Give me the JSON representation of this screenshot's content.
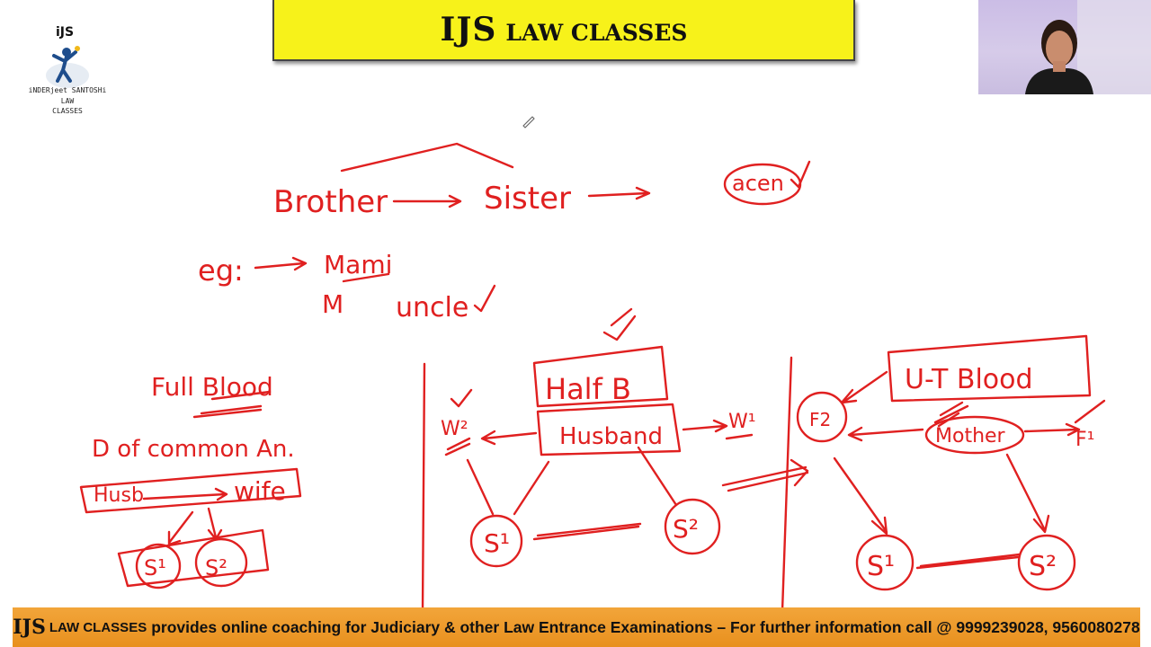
{
  "banner": {
    "brand": "IJS",
    "subtitle": "LAW CLASSES"
  },
  "logo": {
    "top_text": "iJS",
    "line1": "iNDERjeet SANTOSHi",
    "line2": "LAW",
    "line3": "CLASSES"
  },
  "board": {
    "brother": "Brother",
    "sister": "Sister",
    "acen": "acen",
    "eg": "eg:",
    "mami": "Mami",
    "m": "M",
    "uncle": "uncle",
    "full_blood": "Full Blood",
    "d_common": "D  of  common  An.",
    "husb": "Husb",
    "wife": "wife",
    "s1_small": "S¹",
    "s2_small": "S²",
    "half_b": "Half  B",
    "husband": "Husband",
    "w2": "W²",
    "w1": "W¹",
    "s1_mid": "S¹",
    "s2_mid": "S²",
    "ut_blood": "U-T   Blood",
    "f2": "F2",
    "mother": "Mother",
    "f1": "F¹",
    "s1_right": "S¹",
    "s2_right": "S²"
  },
  "footer": {
    "brand": "IJS",
    "law": "LAW CLASSES",
    "text": "provides online coaching for Judiciary & other Law Entrance Examinations – For further information call @ 9999239028, 9560080278"
  },
  "colors": {
    "ink": "#e02020",
    "banner": "#f7f21a",
    "footer": "#ee9a2c"
  }
}
